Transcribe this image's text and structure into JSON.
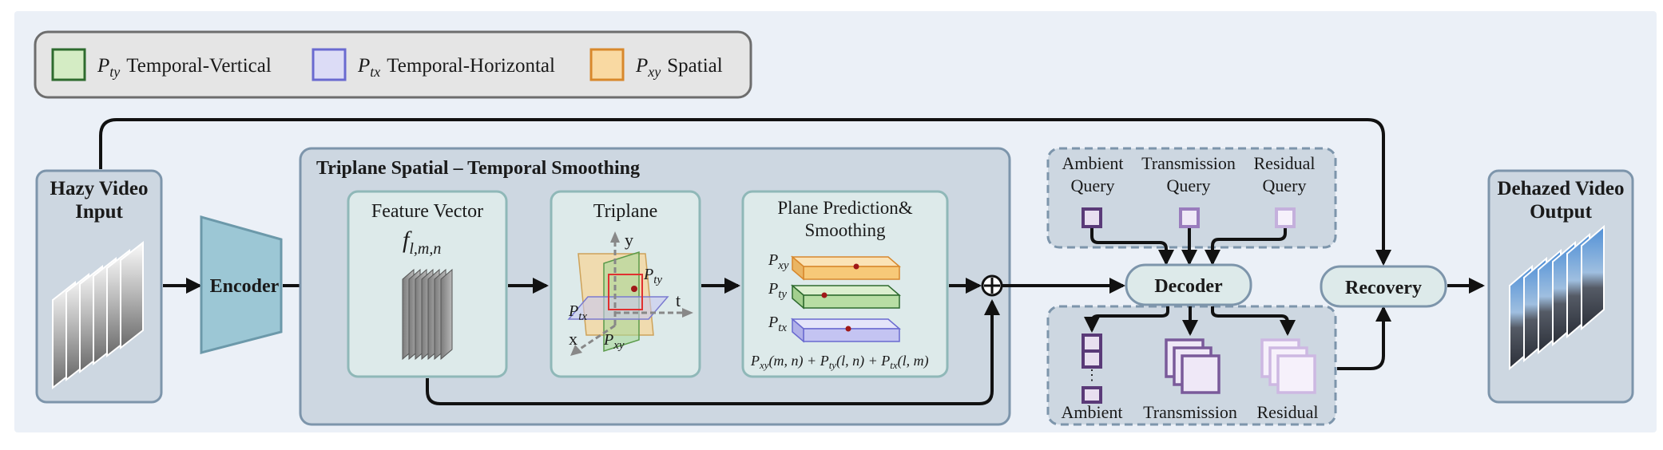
{
  "legend": {
    "items": [
      {
        "symbol": "P",
        "sub": "ty",
        "label": "Temporal-Vertical",
        "fill": "#d4ecc4",
        "stroke": "#2e6b2e"
      },
      {
        "symbol": "P",
        "sub": "tx",
        "label": "Temporal-Horizontal",
        "fill": "#dcdcf6",
        "stroke": "#6a6ad0"
      },
      {
        "symbol": "P",
        "sub": "xy",
        "label": "Spatial",
        "fill": "#f9d9a2",
        "stroke": "#d8882c"
      }
    ]
  },
  "input": {
    "title_line1": "Hazy Video",
    "title_line2": "Input"
  },
  "encoder": {
    "label": "Encoder"
  },
  "triplane_section": {
    "title": "Triplane Spatial – Temporal Smoothing",
    "feature_vector": {
      "title": "Feature Vector",
      "symbol": "f",
      "sub": "l,m,n"
    },
    "triplane": {
      "title": "Triplane",
      "axis_y": "y",
      "axis_t": "t",
      "axis_x": "x",
      "p_ty": "ty",
      "p_tx": "tx",
      "p_xy": "xy",
      "p": "P"
    },
    "plane_prediction": {
      "title_line1": "Plane Prediction&",
      "title_line2": "Smoothing",
      "p": "P",
      "planes": [
        "xy",
        "ty",
        "tx"
      ],
      "formula": {
        "t1_sub": "xy",
        "t1_args": "(m, n) + ",
        "t2_sub": "ty",
        "t2_args": "(l, n) + ",
        "t3_sub": "tx",
        "t3_args": "(l, m)"
      }
    }
  },
  "queries": {
    "ambient": {
      "line1": "Ambient",
      "line2": "Query"
    },
    "transmission": {
      "line1": "Transmission",
      "line2": "Query"
    },
    "residual": {
      "line1": "Residual",
      "line2": "Query"
    }
  },
  "decoder": {
    "label": "Decoder"
  },
  "recovery": {
    "label": "Recovery"
  },
  "outputs": {
    "ambient": "Ambient",
    "transmission": "Transmission",
    "residual": "Residual"
  },
  "output": {
    "title_line1": "Dehazed Video",
    "title_line2": "Output"
  },
  "colors": {
    "canvas_bg": "#ebf0f7",
    "panel_fill": "#cdd7e1",
    "panel_stroke": "#7d95ab",
    "inner_fill": "#ddeaea",
    "inner_stroke": "#8fb8b8",
    "node_fill": "#ddeaea",
    "legend_bg": "#e5e5e5",
    "query_ambient": "#7a5a94",
    "query_transmission": "#9a7cbd",
    "query_residual": "#c4b0dc"
  }
}
